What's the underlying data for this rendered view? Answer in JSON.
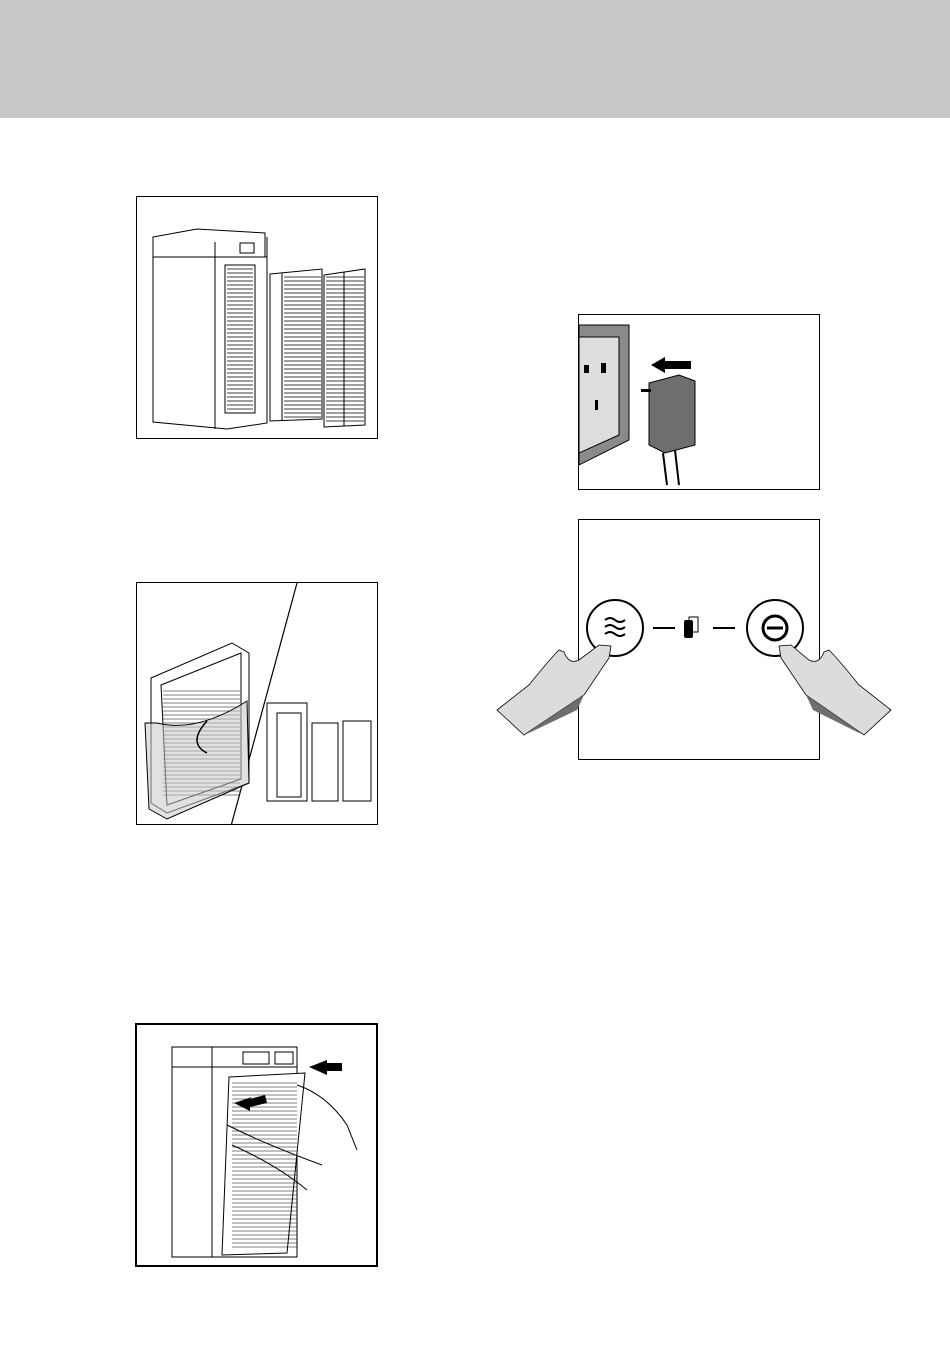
{
  "header": {
    "band_color": "#c8c8c8"
  },
  "illustrations": [
    {
      "id": "purifier-with-filters-removed",
      "icon": "air-purifier-exploded-icon"
    },
    {
      "id": "filter-in-bag",
      "icon": "filter-bag-icon"
    },
    {
      "id": "insert-filter",
      "icon": "insert-filter-arrow-icon"
    },
    {
      "id": "plug-into-socket",
      "icon": "power-plug-icon"
    },
    {
      "id": "press-buttons-together",
      "icon": "wind-button-icon",
      "icon2": "reset-button-icon",
      "icon3": "simultaneous-press-icon"
    }
  ],
  "colors": {
    "line": "#000000",
    "hand_fill": "#dcdcdc",
    "hand_shadow": "#6e6e6e",
    "wall": "#8a8a8a"
  }
}
